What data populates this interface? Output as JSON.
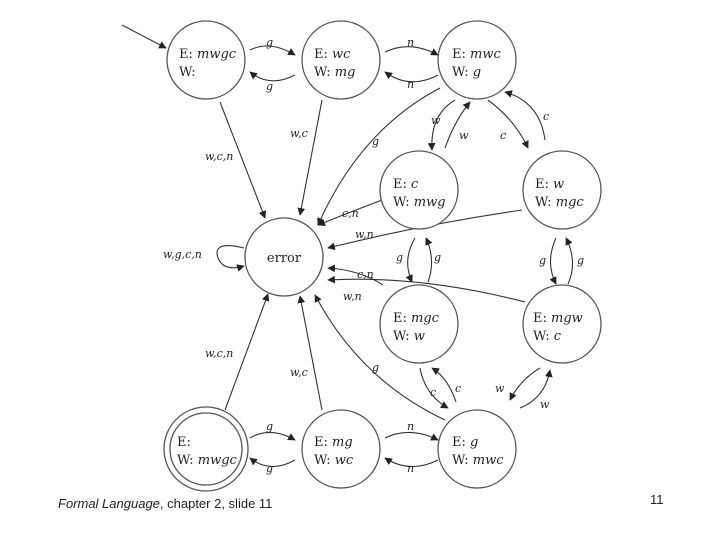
{
  "diagram": {
    "nodes": [
      {
        "id": "start",
        "line1": "E: ",
        "line1_val": "mwgc",
        "line2": "W: ",
        "line2_val": ""
      },
      {
        "id": "s_wc",
        "line1": "E: ",
        "line1_val": "wc",
        "line2": "W: ",
        "line2_val": "mg"
      },
      {
        "id": "s_mwc",
        "line1": "E: ",
        "line1_val": "mwc",
        "line2": "W: ",
        "line2_val": "g"
      },
      {
        "id": "s_c",
        "line1": "E: ",
        "line1_val": "c",
        "line2": "W: ",
        "line2_val": "mwg"
      },
      {
        "id": "s_w",
        "line1": "E: ",
        "line1_val": "w",
        "line2": "W: ",
        "line2_val": "mgc"
      },
      {
        "id": "error",
        "line1": "error",
        "line1_val": "",
        "line2": "",
        "line2_val": ""
      },
      {
        "id": "s_mgc",
        "line1": "E: ",
        "line1_val": "mgc",
        "line2": "W: ",
        "line2_val": "w"
      },
      {
        "id": "s_mgw",
        "line1": "E: ",
        "line1_val": "mgw",
        "line2": "W: ",
        "line2_val": "c"
      },
      {
        "id": "final",
        "line1": "E: ",
        "line1_val": "",
        "line2": "W: ",
        "line2_val": "mwgc"
      },
      {
        "id": "s_mg",
        "line1": "E: ",
        "line1_val": "mg",
        "line2": "W: ",
        "line2_val": "wc"
      },
      {
        "id": "s_g",
        "line1": "E: ",
        "line1_val": "g",
        "line2": "W: ",
        "line2_val": "mwc"
      }
    ],
    "edge_labels": {
      "start_to_wc": "g",
      "wc_to_start": "g",
      "wc_to_mwc": "n",
      "mwc_to_wc": "n",
      "mwc_to_c": "w",
      "c_to_mwc": "w",
      "mwc_to_w": "c",
      "w_to_mwc": "c",
      "start_to_error": "w,c,n",
      "wc_to_error_label": "w,c",
      "mwc_to_error": "g",
      "c_to_error": "c,n",
      "w_to_error": "w,n",
      "error_self": "w,g,c,n",
      "c_to_mgc": "g",
      "mgc_to_c": "g",
      "w_to_mgw": "g",
      "mgw_to_w": "g",
      "mgc_to_error": "c,n",
      "mgw_to_error": "w,n",
      "final_to_error": "w,c,n",
      "mg_to_error": "w,c",
      "g_to_error": "g",
      "mgc_to_g": "c",
      "g_to_mgc": "c",
      "mgw_to_g": "w",
      "g_to_mgw": "w",
      "final_to_mg": "g",
      "mg_to_final": "g",
      "mg_to_g": "n",
      "g_to_mg": "n"
    }
  },
  "footer": {
    "caption_italic": "Formal Language",
    "caption_rest": ", chapter 2, slide 11",
    "page_number": "11"
  }
}
